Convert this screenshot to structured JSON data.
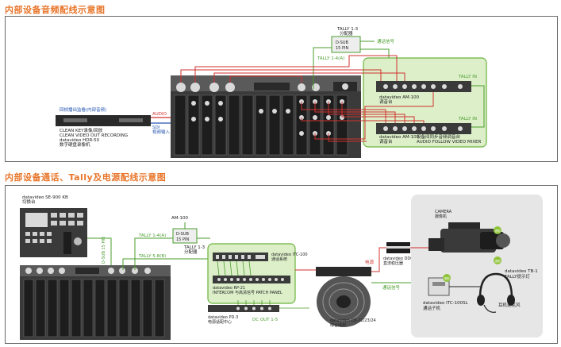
{
  "titles": {
    "top": "内部设备音频配线示意图",
    "bottom": "内部设备通话、Tally及电源配线示意图"
  },
  "colors": {
    "title": "#e8762b",
    "audio_line": "#d0322f",
    "tally_line": "#4a9c2d",
    "green_box_fill": "#dcefc9",
    "green_box_stroke": "#6bb33c",
    "device": "#3a3a3a",
    "device_dark": "#1d1d1d",
    "connector": "#d9d9d9",
    "gray_panel": "#e6e6e6",
    "badge": "#8fc43a"
  },
  "top": {
    "tally_box": {
      "title": "TALLY 1-3",
      "sub": "分配器",
      "port_line1": "D-SUB",
      "port_line2": "15 PIN"
    },
    "tally_signal": "通话信号",
    "tally_14": "TALLY 1-4(A)",
    "tally_in_top": "TALLY IN",
    "tally_in_bottom": "TALLY IN",
    "mixer1": {
      "line1": "datavideo AM-100",
      "line2": "调音台"
    },
    "mixer2": {
      "line1": "datavideo AM-100",
      "line2": "调音台",
      "line3": "设备间同步音频调音台",
      "line4": "AUDIO FOLLOW VIDEO MIXER"
    },
    "recorder": {
      "header": "回帧播出监看(内部音频)",
      "line1": "CLEAN KEY录像/回放",
      "line2": "CLEAN VIDEO OUT RECORDING",
      "line3": "datavideo HDR-50",
      "line4": "数字硬盘录像机"
    },
    "audio_label": "AUDIO",
    "sdi_label1": "SDI",
    "sdi_label2": "视频输入"
  },
  "bottom": {
    "switcher": {
      "line1": "datavideo SE-900 KB",
      "line2": "切换台"
    },
    "dsub_label": "D-SUB 15 PIN",
    "am100": "AM-100",
    "tally_box": {
      "port_line1": "D-SUB",
      "port_line2": "15 PIN",
      "title": "TALLY 1-3",
      "sub": "分配器"
    },
    "tally_14": "TALLY 1-4(A)",
    "tally_58": "TALLY 5-8(B)",
    "itc": {
      "line1": "datavideo ITC-100",
      "line2": "通话系统"
    },
    "patch": {
      "line1": "datavideo RP-21",
      "line2": "INTERCOM 与高清信号 PATCH PANEL"
    },
    "psu": {
      "line1": "datavideo PD-3",
      "line2": "电源适配中心"
    },
    "dcout": "DC OUT 1-5",
    "cable": {
      "line1": "datavideo CB-22/23/24",
      "line2": "综合线材"
    },
    "power_label": "电源",
    "tally_signal": "通话信号",
    "converter": {
      "line1": "datavideo DDC-4012",
      "line2": "直流稳压器"
    },
    "camera": {
      "line1": "CAMERA",
      "line2": "摄像机"
    },
    "tb1": {
      "line1": "datavideo TB-1",
      "line2": "TALLY提示灯"
    },
    "itc100sl": {
      "line1": "datavideo ITC-100SL",
      "line2": "通话子机"
    },
    "headset": "耳机麦克风",
    "badge": "选购"
  }
}
